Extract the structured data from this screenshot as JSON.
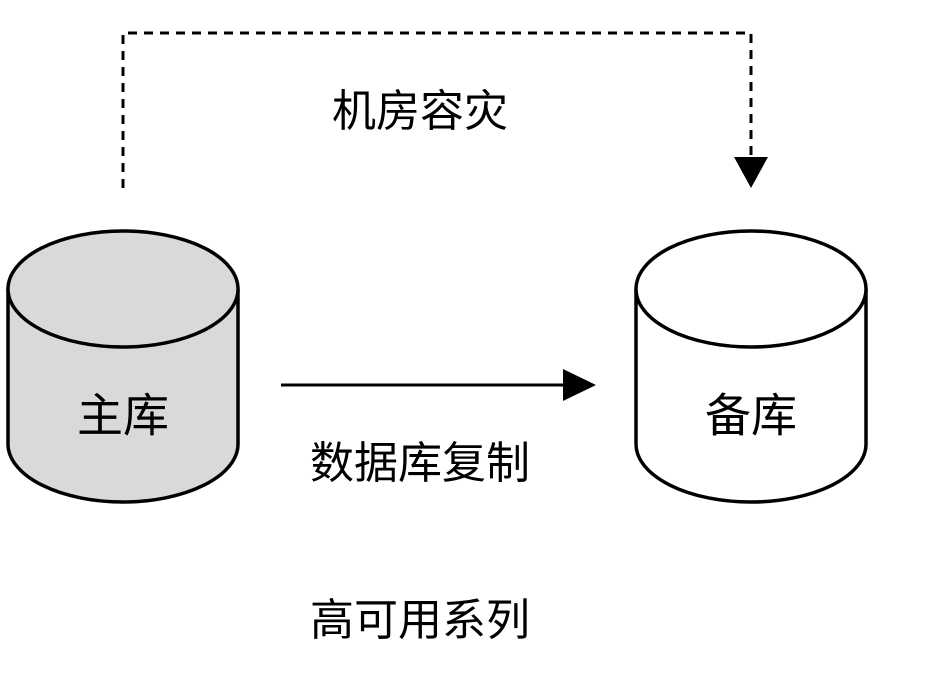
{
  "nodes": {
    "primary_db": {
      "label": "主库",
      "fill": "#d9d9d9"
    },
    "standby_db": {
      "label": "备库",
      "fill": "#ffffff"
    }
  },
  "edges": {
    "replication": {
      "label": "数据库复制",
      "style": "solid"
    },
    "disaster_recovery": {
      "label": "机房容灾",
      "style": "dashed"
    }
  },
  "footer": {
    "label": "高可用系列"
  },
  "colors": {
    "stroke": "#000000",
    "background": "#ffffff"
  }
}
